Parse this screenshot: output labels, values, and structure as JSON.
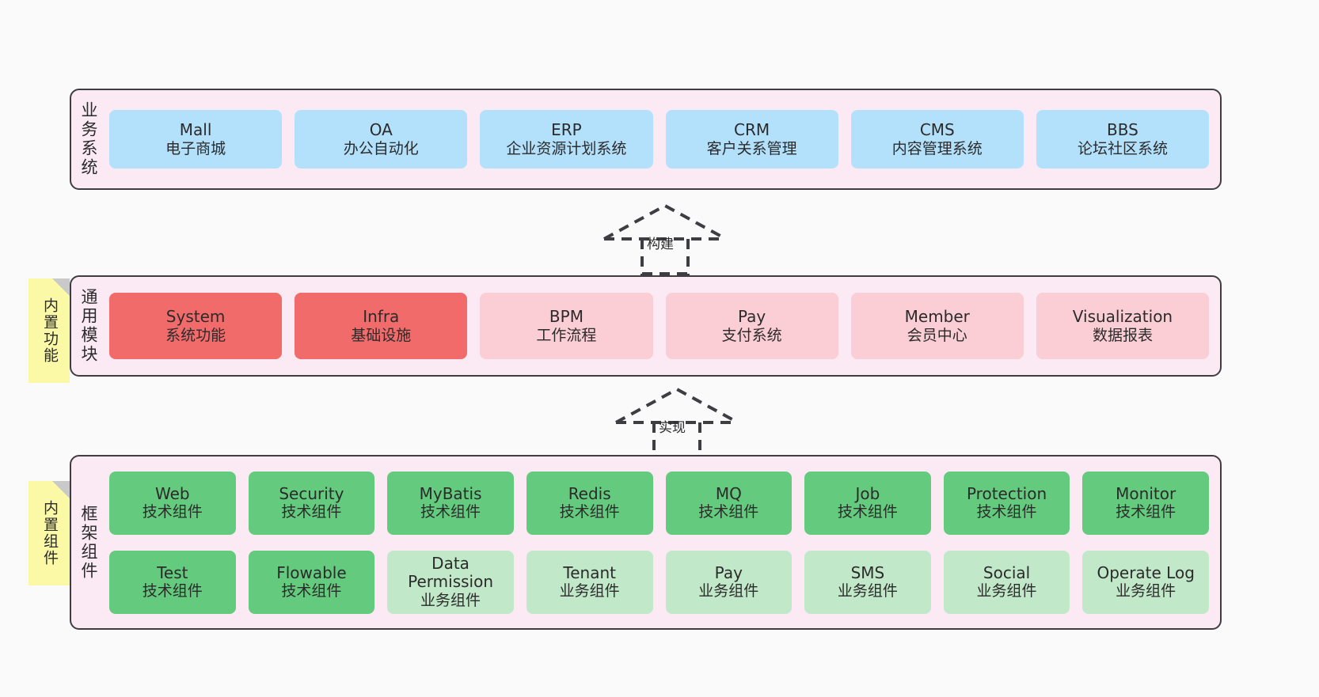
{
  "diagram": {
    "background": "#fafafa",
    "layer_fill": "#fbeaf4",
    "layer_border": "#3d3d42",
    "sticky_fill": "#fbf8a6"
  },
  "layers": [
    {
      "id": "business",
      "label": "业务系统",
      "rows": [
        {
          "cards": [
            {
              "title": "Mall",
              "subtitle": "电子商城",
              "color": "#b3e0fb"
            },
            {
              "title": "OA",
              "subtitle": "办公自动化",
              "color": "#b3e0fb"
            },
            {
              "title": "ERP",
              "subtitle": "企业资源计划系统",
              "color": "#b3e0fb"
            },
            {
              "title": "CRM",
              "subtitle": "客户关系管理",
              "color": "#b3e0fb"
            },
            {
              "title": "CMS",
              "subtitle": "内容管理系统",
              "color": "#b3e0fb"
            },
            {
              "title": "BBS",
              "subtitle": "论坛社区系统",
              "color": "#b3e0fb"
            }
          ]
        }
      ]
    },
    {
      "id": "common",
      "label": "通用模块",
      "sticky": "内置功能",
      "rows": [
        {
          "cards": [
            {
              "title": "System",
              "subtitle": "系统功能",
              "color": "#f26b6b"
            },
            {
              "title": "Infra",
              "subtitle": "基础设施",
              "color": "#f26b6b"
            },
            {
              "title": "BPM",
              "subtitle": "工作流程",
              "color": "#fbcdd4"
            },
            {
              "title": "Pay",
              "subtitle": "支付系统",
              "color": "#fbcdd4"
            },
            {
              "title": "Member",
              "subtitle": "会员中心",
              "color": "#fbcdd4"
            },
            {
              "title": "Visualization",
              "subtitle": "数据报表",
              "color": "#fbcdd4"
            }
          ]
        }
      ]
    },
    {
      "id": "framework",
      "label": "框架组件",
      "sticky": "内置组件",
      "rows": [
        {
          "cards": [
            {
              "title": "Web",
              "subtitle": "技术组件",
              "color": "#63ca7e"
            },
            {
              "title": "Security",
              "subtitle": "技术组件",
              "color": "#63ca7e"
            },
            {
              "title": "MyBatis",
              "subtitle": "技术组件",
              "color": "#63ca7e"
            },
            {
              "title": "Redis",
              "subtitle": "技术组件",
              "color": "#63ca7e"
            },
            {
              "title": "MQ",
              "subtitle": "技术组件",
              "color": "#63ca7e"
            },
            {
              "title": "Job",
              "subtitle": "技术组件",
              "color": "#63ca7e"
            },
            {
              "title": "Protection",
              "subtitle": "技术组件",
              "color": "#63ca7e"
            },
            {
              "title": "Monitor",
              "subtitle": "技术组件",
              "color": "#63ca7e"
            }
          ]
        },
        {
          "cards": [
            {
              "title": "Test",
              "subtitle": "技术组件",
              "color": "#63ca7e"
            },
            {
              "title": "Flowable",
              "subtitle": "技术组件",
              "color": "#63ca7e"
            },
            {
              "title": "Data Permission",
              "subtitle": "业务组件",
              "color": "#c1e8c8"
            },
            {
              "title": "Tenant",
              "subtitle": "业务组件",
              "color": "#c1e8c8"
            },
            {
              "title": "Pay",
              "subtitle": "业务组件",
              "color": "#c1e8c8"
            },
            {
              "title": "SMS",
              "subtitle": "业务组件",
              "color": "#c1e8c8"
            },
            {
              "title": "Social",
              "subtitle": "业务组件",
              "color": "#c1e8c8"
            },
            {
              "title": "Operate Log",
              "subtitle": "业务组件",
              "color": "#c1e8c8"
            }
          ]
        }
      ]
    }
  ],
  "connectors": [
    {
      "id": "build",
      "label": "构建",
      "from": "common",
      "to": "business",
      "style": "dashed-generalization"
    },
    {
      "id": "impl",
      "label": "实现",
      "from": "framework",
      "to": "common",
      "style": "dashed-generalization"
    }
  ]
}
